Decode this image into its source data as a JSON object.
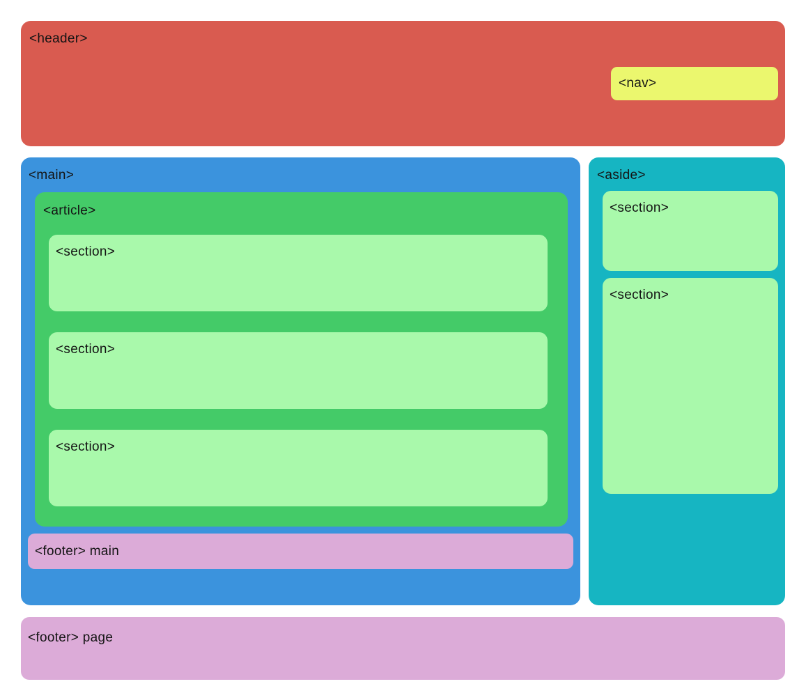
{
  "page": {
    "background": "#ffffff",
    "text_color": "#141414"
  },
  "header": {
    "label": "<header>",
    "color": "#d95b50",
    "nav": {
      "label": "<nav>",
      "color": "#ebf76e"
    }
  },
  "main": {
    "label": "<main>",
    "color": "#3b93dd",
    "article": {
      "label": "<article>",
      "color": "#44cb68",
      "section_color": "#a9f9ab",
      "sections": [
        {
          "label": "<section>"
        },
        {
          "label": "<section>"
        },
        {
          "label": "<section>"
        }
      ]
    },
    "footer": {
      "label": "<footer> main",
      "color": "#dcabd8"
    }
  },
  "aside": {
    "label": "<aside>",
    "color": "#16b5c2",
    "section_color": "#a9f9ab",
    "sections": [
      {
        "label": "<section>"
      },
      {
        "label": "<section>"
      }
    ]
  },
  "footer": {
    "label": "<footer> page",
    "color": "#dcabd8"
  }
}
